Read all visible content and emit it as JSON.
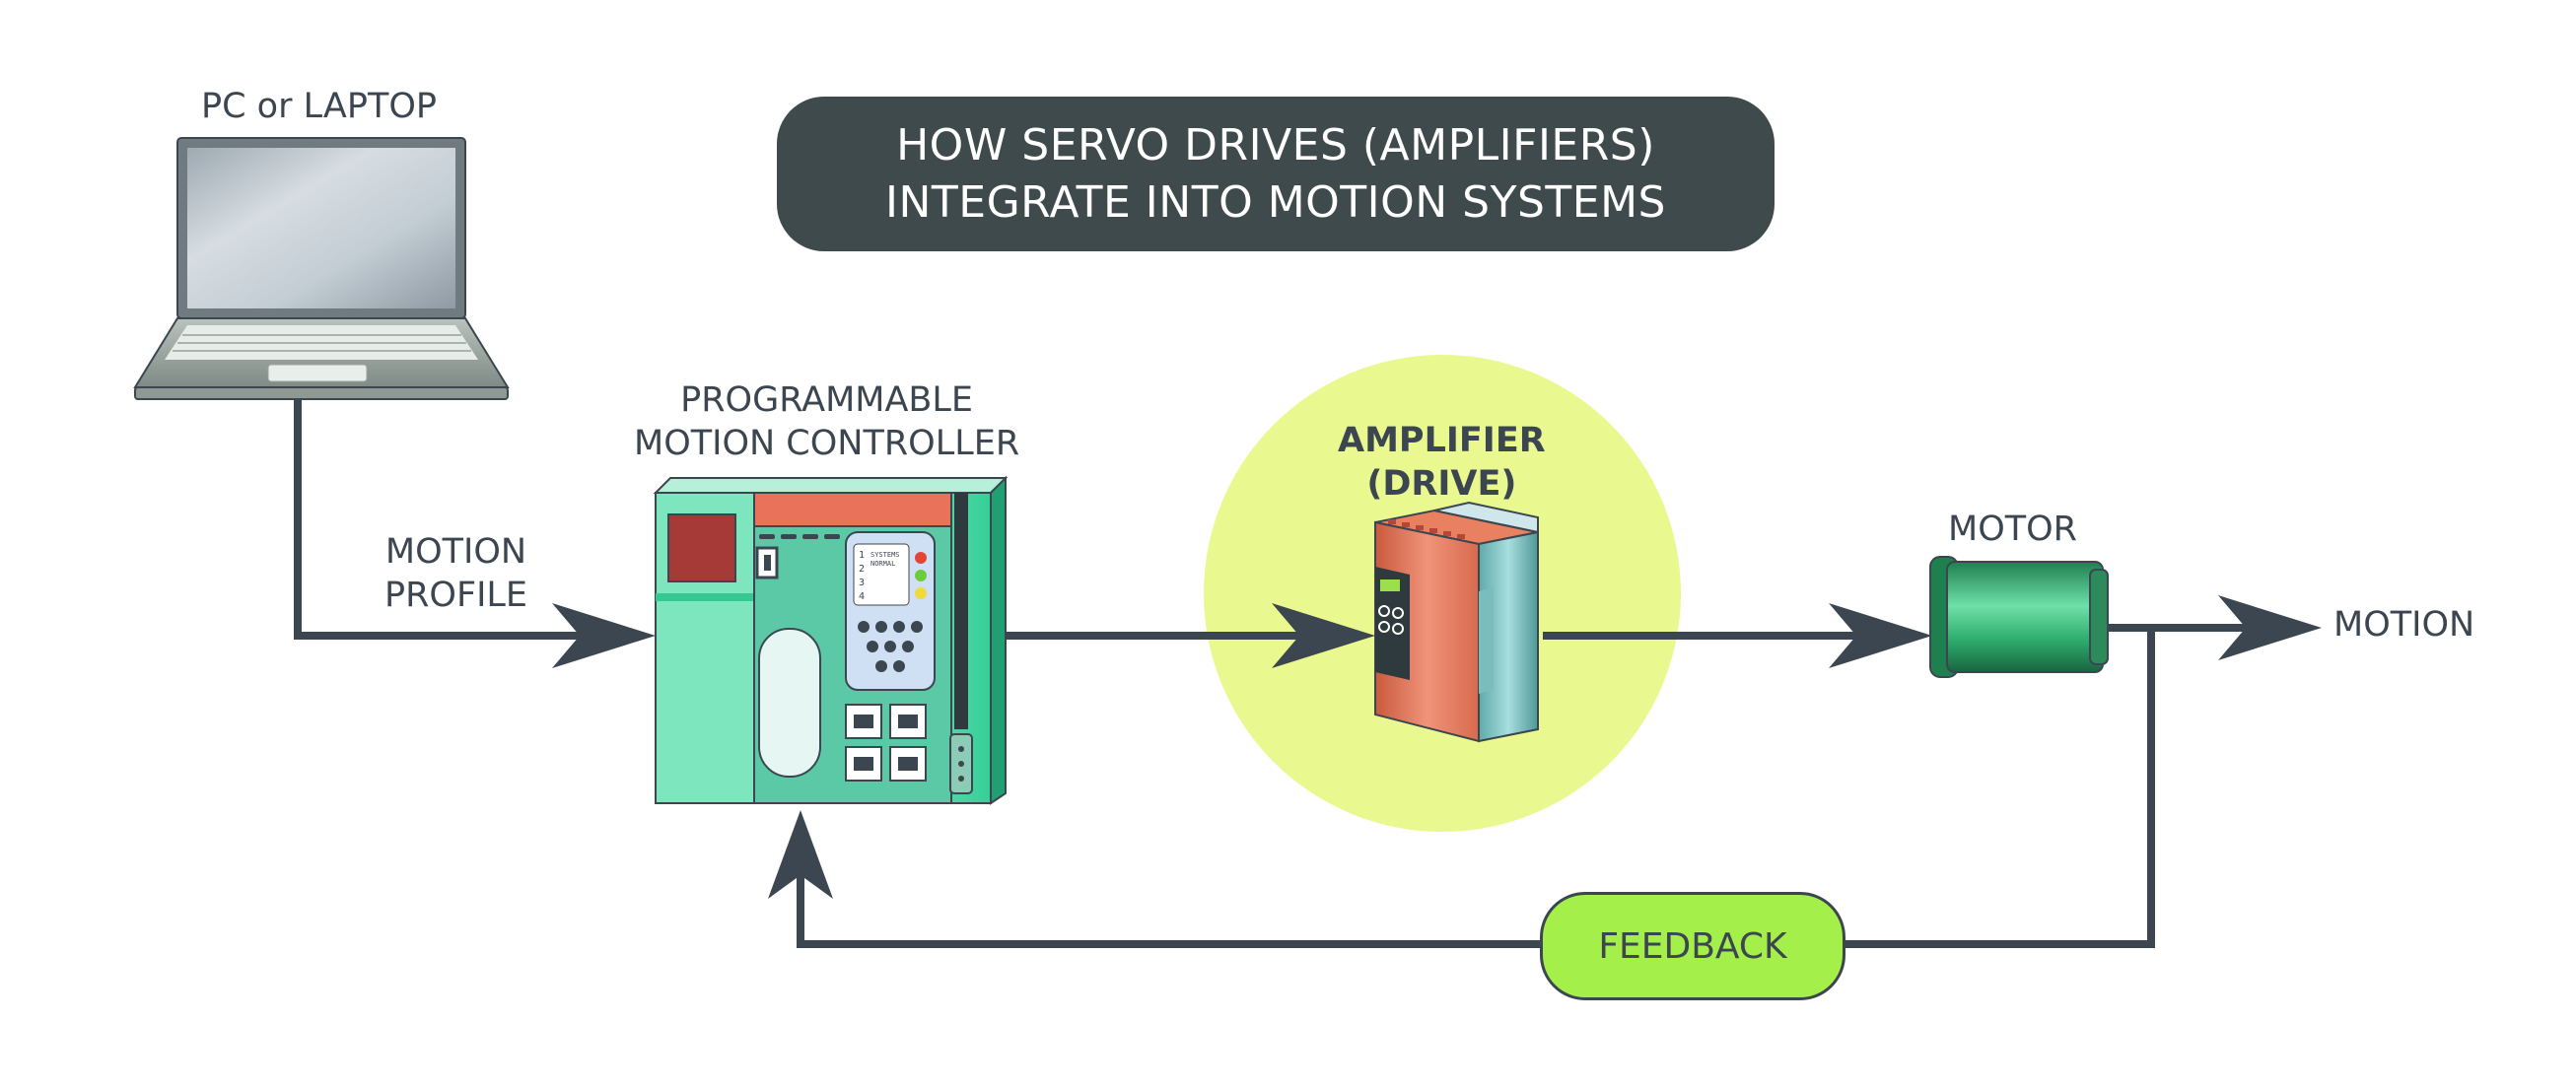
{
  "title": {
    "line1": "HOW SERVO DRIVES (AMPLIFIERS)",
    "line2": "INTEGRATE INTO MOTION SYSTEMS"
  },
  "nodes": {
    "pc": {
      "label": "PC or LAPTOP"
    },
    "controller": {
      "line1": "PROGRAMMABLE",
      "line2": "MOTION CONTROLLER"
    },
    "amplifier": {
      "line1": "AMPLIFIER",
      "line2": "(DRIVE)"
    },
    "motor": {
      "label": "MOTOR"
    },
    "motion_output": {
      "label": "MOTION"
    }
  },
  "edges": {
    "motion_profile": {
      "line1": "MOTION",
      "line2": "PROFILE"
    },
    "feedback": {
      "label": "FEEDBACK"
    }
  },
  "controller_screen": {
    "header1": "SYSTEMS",
    "header2": "NORMAL",
    "rows": [
      "1",
      "2",
      "3",
      "4"
    ]
  },
  "colors": {
    "line": "#3c4650",
    "title_bg": "#3e4a4b",
    "amplifier_halo": "#eaf98f",
    "feedback_bg": "#a4ef49",
    "controller_body": "#3fd8a8",
    "controller_top": "#e9725a",
    "motor": "#2fae6f"
  },
  "icons": {
    "pc": "laptop-icon",
    "controller": "motion-controller-icon",
    "amplifier": "servo-drive-icon",
    "motor": "motor-icon"
  }
}
